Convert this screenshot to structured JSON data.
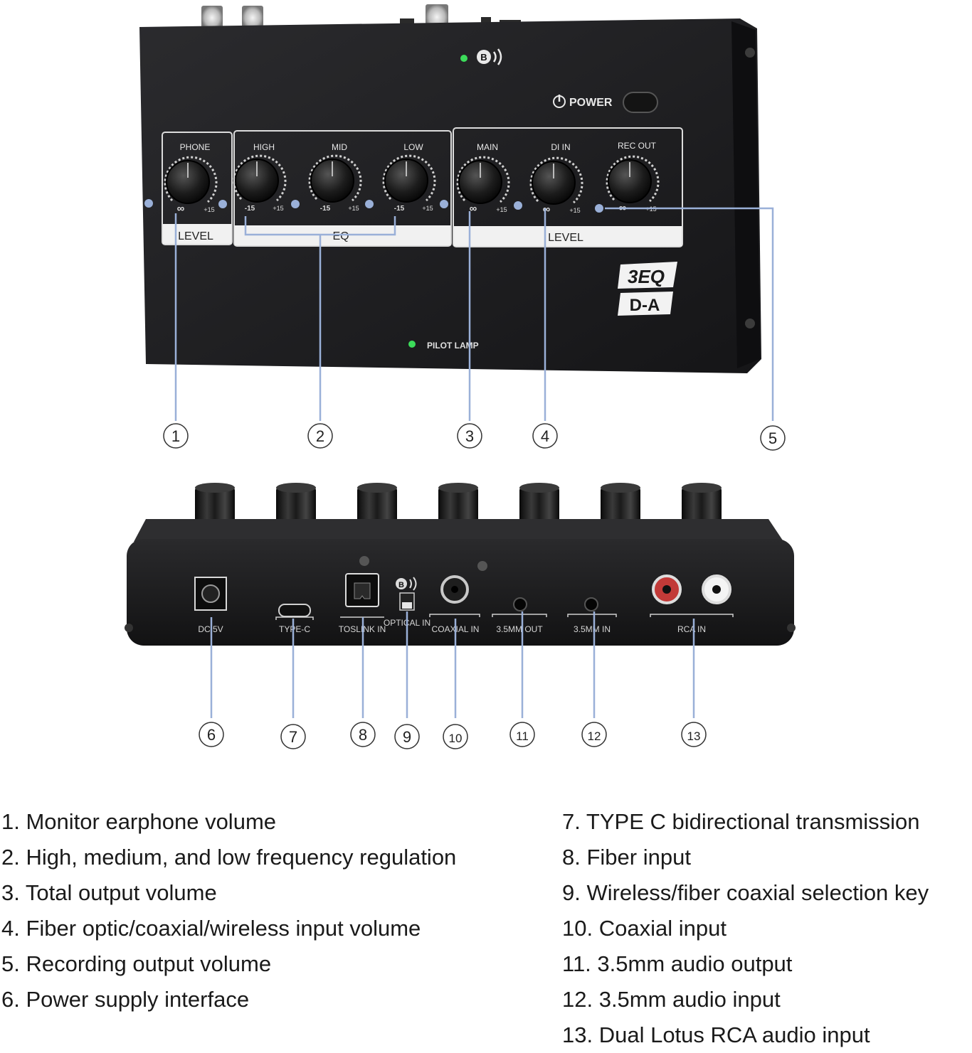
{
  "top_device": {
    "knob_labels": [
      "PHONE",
      "HIGH",
      "MID",
      "LOW",
      "MAIN",
      "DI IN",
      "REC OUT"
    ],
    "knob_scale": {
      "min_inf": "∞",
      "min_db": "-15",
      "max": "+15"
    },
    "section_labels": {
      "phone_level": "LEVEL",
      "eq": "EQ",
      "level": "LEVEL"
    },
    "power_label": "POWER",
    "pilot_label": "PILOT LAMP",
    "brand_line1": "3EQ",
    "brand_line2": "D-A",
    "bluetooth_symbol": "B",
    "led_color": "#3cdc5a",
    "callout_color": "#9ab0d8"
  },
  "rear_device": {
    "port_labels": [
      "DC 5V",
      "TYPE-C",
      "TOSLINK IN",
      "OPTICAL IN",
      "COAXIAL IN",
      "3.5MM OUT",
      "3.5MM IN",
      "RCA IN"
    ],
    "bluetooth_symbol": "B"
  },
  "callouts": [
    "1",
    "2",
    "3",
    "4",
    "5",
    "6",
    "7",
    "8",
    "9",
    "10",
    "11",
    "12",
    "13"
  ],
  "legend_left": [
    "1. Monitor earphone volume",
    "2. High, medium, and low frequency regulation",
    "3. Total output volume",
    "4. Fiber optic/coaxial/wireless input volume",
    "5. Recording output volume",
    "6. Power supply interface"
  ],
  "legend_right": [
    "7. TYPE C bidirectional transmission",
    "8. Fiber input",
    "9. Wireless/fiber coaxial selection key",
    "10. Coaxial input",
    "11. 3.5mm audio output",
    "12. 3.5mm audio input",
    "13. Dual Lotus RCA audio input"
  ]
}
